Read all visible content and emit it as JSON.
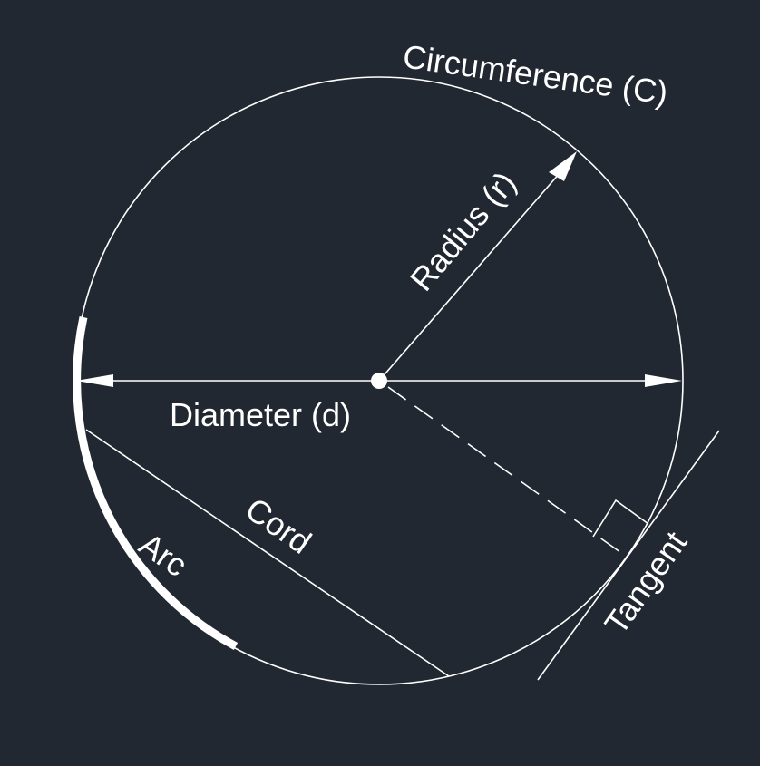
{
  "colors": {
    "background": "#222831",
    "stroke": "#ffffff"
  },
  "labels": {
    "circumference": "Circumference (C)",
    "radius": "Radius (r)",
    "diameter": "Diameter (d)",
    "cord": "Cord",
    "arc": "Arc",
    "tangent": "Tangent"
  }
}
